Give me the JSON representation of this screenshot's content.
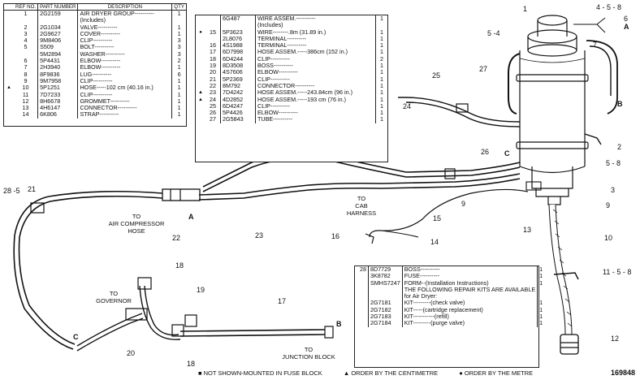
{
  "table1": {
    "headers": {
      "ref": "REF NO.",
      "part": "PART NUMBER",
      "desc": "DESCRIPTION",
      "qty": "QTY"
    },
    "rows": [
      {
        "mark": "",
        "ref": "1",
        "part": "2G2159",
        "desc": "AIR DRYER GROUP----------",
        "qty": "1"
      },
      {
        "mark": "",
        "ref": "",
        "part": "",
        "desc": "(Includes)",
        "qty": ""
      },
      {
        "mark": "",
        "ref": "2",
        "part": "2G1034",
        "desc": "VALVE----------",
        "qty": "1"
      },
      {
        "mark": "",
        "ref": "3",
        "part": "2G9627",
        "desc": "COVER----------",
        "qty": "1"
      },
      {
        "mark": "",
        "ref": "4",
        "part": "9M8406",
        "desc": "CLIP----------",
        "qty": "3"
      },
      {
        "mark": "",
        "ref": "5",
        "part": "S509",
        "desc": "BOLT----------",
        "qty": "3"
      },
      {
        "mark": "",
        "ref": "",
        "part": "5M2894",
        "desc": "WASHER----------",
        "qty": "3"
      },
      {
        "mark": "",
        "ref": "6",
        "part": "5P4431",
        "desc": "ELBOW----------",
        "qty": "2"
      },
      {
        "mark": "",
        "ref": "7",
        "part": "2H3940",
        "desc": "ELBOW----------",
        "qty": "1"
      },
      {
        "mark": "",
        "ref": "8",
        "part": "8F9836",
        "desc": "LUG----------",
        "qty": "6"
      },
      {
        "mark": "",
        "ref": "9",
        "part": "9M7958",
        "desc": "CLIP----------",
        "qty": "1"
      },
      {
        "mark": "▲",
        "ref": "10",
        "part": "5P1251",
        "desc": "HOSE-----102 cm (40.16 in.)",
        "qty": "1"
      },
      {
        "mark": "",
        "ref": "11",
        "part": "7D7233",
        "desc": "CLIP----------",
        "qty": "1"
      },
      {
        "mark": "",
        "ref": "12",
        "part": "8H6678",
        "desc": "GROMMET----------",
        "qty": "1"
      },
      {
        "mark": "",
        "ref": "13",
        "part": "4H6147",
        "desc": "CONNECTOR----------",
        "qty": "1"
      },
      {
        "mark": "",
        "ref": "14",
        "part": "6K806",
        "desc": "STRAP----------",
        "qty": "1"
      }
    ]
  },
  "table2": {
    "rows": [
      {
        "mark": "",
        "ref": "",
        "part": "6G487",
        "desc": "WIRE ASSEM.----------",
        "qty": "1"
      },
      {
        "mark": "",
        "ref": "",
        "part": "",
        "desc": "(Includes)",
        "qty": ""
      },
      {
        "mark": "●",
        "ref": "15",
        "part": "5P3623",
        "desc": "WIRE--------.8m (31.89 in.)",
        "qty": "1"
      },
      {
        "mark": "",
        "ref": "",
        "part": "2L8076",
        "desc": "TERMINAL----------",
        "qty": "1"
      },
      {
        "mark": "",
        "ref": "16",
        "part": "4S1988",
        "desc": "TERMINAL----------",
        "qty": "1"
      },
      {
        "mark": "",
        "ref": "17",
        "part": "6D7998",
        "desc": "HOSE ASSEM.-----386cm (152 in.)",
        "qty": "1"
      },
      {
        "mark": "",
        "ref": "18",
        "part": "6D4244",
        "desc": "CLIP----------",
        "qty": "2"
      },
      {
        "mark": "",
        "ref": "19",
        "part": "8D3508",
        "desc": "BOSS----------",
        "qty": "1"
      },
      {
        "mark": "",
        "ref": "20",
        "part": "4S7606",
        "desc": "ELBOW----------",
        "qty": "1"
      },
      {
        "mark": "",
        "ref": "21",
        "part": "5P2369",
        "desc": "CLIP----------",
        "qty": "1"
      },
      {
        "mark": "",
        "ref": "22",
        "part": "8M792",
        "desc": "CONNECTOR----------",
        "qty": "1"
      },
      {
        "mark": "▲",
        "ref": "23",
        "part": "7D4242",
        "desc": "HOSE ASSEM.-----243.84cm (96 in.)",
        "qty": "1"
      },
      {
        "mark": "▲",
        "ref": "24",
        "part": "4D2852",
        "desc": "HOSE ASSEM.-----193 cm (76 in.)",
        "qty": "1"
      },
      {
        "mark": "",
        "ref": "25",
        "part": "6D4247",
        "desc": "CLIP----------",
        "qty": "1"
      },
      {
        "mark": "",
        "ref": "26",
        "part": "5P4426",
        "desc": "ELBOW----------",
        "qty": "1"
      },
      {
        "mark": "",
        "ref": "27",
        "part": "2G5843",
        "desc": "TUBE----------",
        "qty": "1"
      }
    ]
  },
  "table3": {
    "rows": [
      {
        "mark": "",
        "ref": "28",
        "part": "8D7729",
        "desc": "BOSS----------",
        "qty": "1"
      },
      {
        "mark": "",
        "ref": "",
        "part": "",
        "desc": "",
        "qty": ""
      },
      {
        "mark": "",
        "ref": "",
        "part": "3K8782",
        "desc": "FUSE----------",
        "qty": "1"
      },
      {
        "mark": "",
        "ref": "",
        "part": "SMHS7247",
        "desc": "FORM--(Installation Instructions)",
        "qty": "1"
      },
      {
        "mark": "",
        "ref": "",
        "part": "",
        "desc": "THE FOLLOWING REPAIR KITS ARE AVAILABLE",
        "qty": ""
      },
      {
        "mark": "",
        "ref": "",
        "part": "",
        "desc": "for Air Dryer:",
        "qty": ""
      },
      {
        "mark": "",
        "ref": "",
        "part": "2G7181",
        "desc": "KIT---------(check valve)",
        "qty": "1"
      },
      {
        "mark": "",
        "ref": "",
        "part": "2G7182",
        "desc": "KIT-----(cartridge replacement)",
        "qty": "1"
      },
      {
        "mark": "",
        "ref": "",
        "part": "2G7183",
        "desc": "KIT-----------(refill)",
        "qty": "1"
      },
      {
        "mark": "",
        "ref": "",
        "part": "2G7184",
        "desc": "KIT---------(purge valve)",
        "qty": "1"
      }
    ]
  },
  "callouts": {
    "c1": "1",
    "c4_5_8": "4 - 5 - 8",
    "c6": "6",
    "cA_top": "A",
    "c5_4": "5 -4",
    "c7": "7",
    "c27": "27",
    "cB_right": "B",
    "c25": "25",
    "c24": "24",
    "c26": "26",
    "c2": "2",
    "c5_8": "5 - 8",
    "cC_mid": "C",
    "c3": "3",
    "c9a": "9",
    "c9b": "9",
    "c28_5": "28 -5",
    "c21": "21",
    "c22": "22",
    "cA_left": "A",
    "c23": "23",
    "c15": "15",
    "c13": "13",
    "c10": "10",
    "c16": "16",
    "c14": "14",
    "c11_5_8": "11 - 5 - 8",
    "c12": "12",
    "c18a": "18",
    "c18b": "18",
    "c19": "19",
    "c17": "17",
    "cB_bottom": "B",
    "c20": "20",
    "cC_left": "C"
  },
  "notes": {
    "to_air_compressor": "TO\nAIR COMPRESSOR\nHOSE",
    "to_cab_harness": "TO\nCAB\nHARNESS",
    "to_governor": "TO\nGOVERNOR",
    "to_junction_block": "TO\nJUNCTION BLOCK"
  },
  "footer": {
    "not_shown": "■ NOT SHOWN-MOUNTED IN FUSE BLOCK",
    "order_cm": "▲ ORDER BY THE CENTIMETRE",
    "order_m": "● ORDER BY THE METRE"
  },
  "figure_number": "169848"
}
